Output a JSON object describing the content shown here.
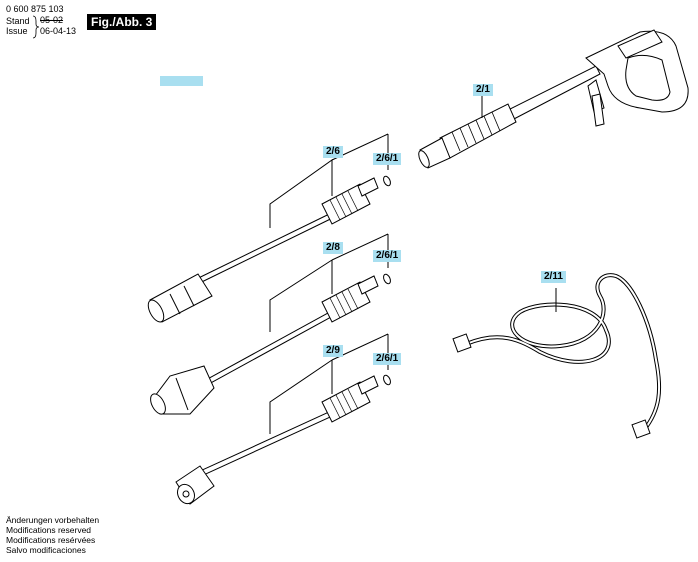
{
  "header": {
    "part_number": "0 600 875 103",
    "stand_label": "Stand",
    "stand_value": "05-02",
    "issue_label": "Issue",
    "issue_value": "06-04-13",
    "figure": "Fig./Abb. 3"
  },
  "labels": {
    "gun_lance": "2/1",
    "lance_a": "2/6",
    "ring_a": "2/6/1",
    "lance_b": "2/8",
    "ring_b": "2/6/1",
    "lance_c": "2/9",
    "ring_c": "2/6/1",
    "hose": "2/11"
  },
  "footer": {
    "line1": "Änderungen vorbehalten",
    "line2": "Modifications reserved",
    "line3": "Modifications resérvées",
    "line4": "Salvo modificaciones"
  },
  "colors": {
    "label_bg": "#a9dff0"
  }
}
